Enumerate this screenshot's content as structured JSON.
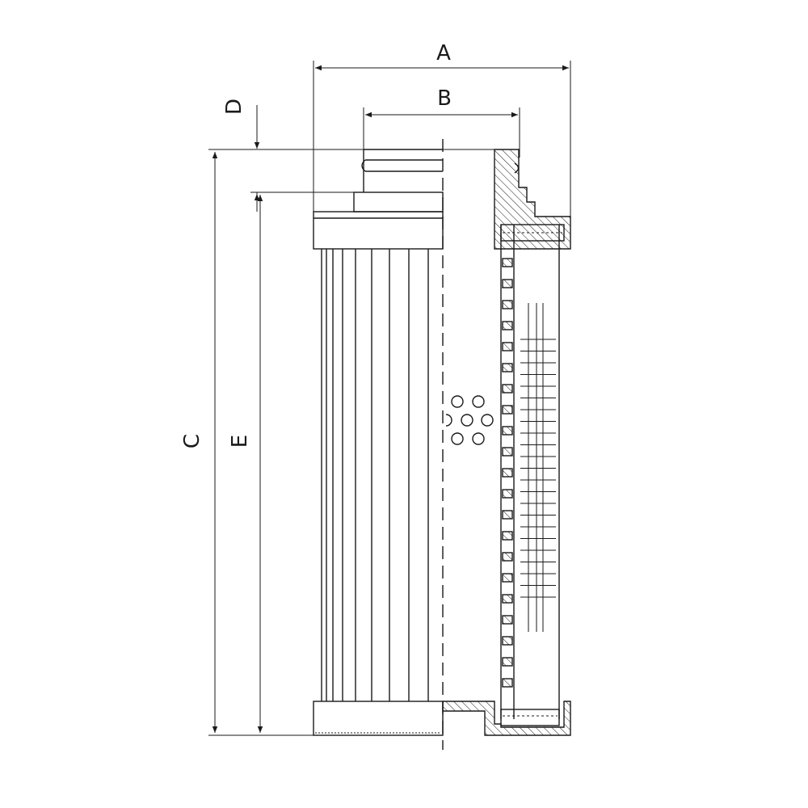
{
  "drawing": {
    "title": "",
    "dimension_labels": {
      "a": "A",
      "b": "B",
      "c": "C",
      "d": "D",
      "e": "E"
    },
    "line_color": "#1a1a1a",
    "background": "#ffffff"
  }
}
